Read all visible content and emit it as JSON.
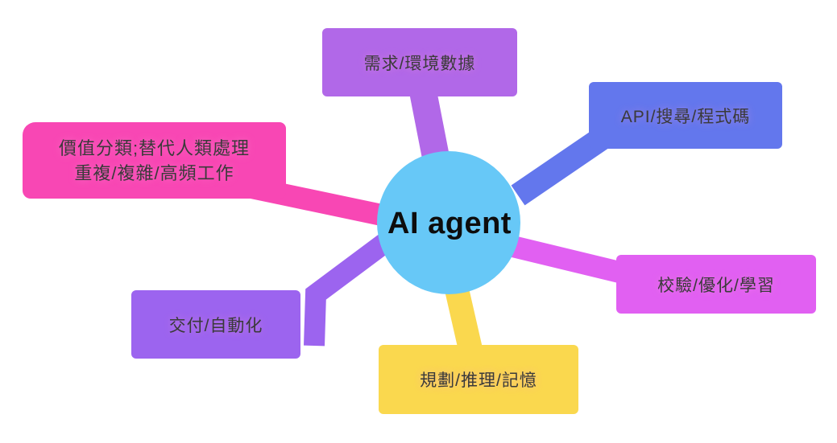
{
  "diagram": {
    "title": "AI agent mind map",
    "center": {
      "label": "AI agent",
      "fill": "#67c8f7",
      "text_color": "#0d0d0d"
    },
    "nodes": [
      {
        "id": "needs",
        "label": "需求/環境數據",
        "fill": "#b168e8",
        "position": "top"
      },
      {
        "id": "api",
        "label": "API/搜尋/程式碼",
        "fill": "#6377ed",
        "position": "top-right"
      },
      {
        "id": "value",
        "lines": [
          "價值分類;替代人類處理",
          "重複/複雜/高頻工作"
        ],
        "fill": "#f847b4",
        "position": "left"
      },
      {
        "id": "verify",
        "label": "校驗/優化/學習",
        "fill": "#e160f2",
        "position": "right"
      },
      {
        "id": "delivery",
        "label": "交付/自動化",
        "fill": "#9c64ef",
        "position": "bottom-left"
      },
      {
        "id": "planning",
        "label": "規劃/推理/記憶",
        "fill": "#fad84e",
        "position": "bottom"
      }
    ],
    "label_text_color": "#3a3a3a",
    "background": "#ffffff"
  }
}
